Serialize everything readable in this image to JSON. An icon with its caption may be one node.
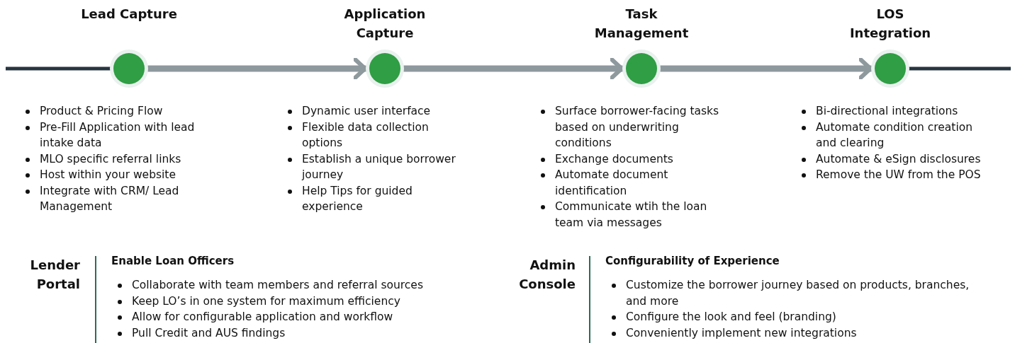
{
  "diagram": {
    "nodes": [
      {
        "text": [
          "Lead Capture"
        ],
        "beside": [
          "Product & Pricing Flow",
          "Pre-Fill Application with lead intake data",
          "MLO specific referral links",
          "Host within your website",
          "Integrate with CRM/ Lead Management"
        ]
      },
      {
        "text": [
          "Application Capture"
        ],
        "beside": [
          "Dynamic user interface",
          "Flexible data collection options",
          "Establish a unique borrower journey",
          "Help Tips for guided experience"
        ]
      },
      {
        "text": [
          "Task Management"
        ],
        "beside": [
          "Surface borrower-facing tasks based on underwriting conditions",
          "Exchange documents",
          "Automate document identification",
          "Communicate wtih the loan team via messages"
        ]
      },
      {
        "text": [
          "LOS Integration"
        ],
        "beside": [
          "Bi-directional integrations",
          "Automate condition creation and clearing",
          "Automate & eSign disclosures",
          "Remove the UW from the POS"
        ]
      }
    ],
    "edges": [
      {
        "from": 0,
        "to": 1,
        "arrow": "to"
      },
      {
        "from": 1,
        "to": 2,
        "arrow": "to"
      },
      {
        "from": 2,
        "to": 3,
        "arrow": "to"
      }
    ],
    "labels": [
      "Lender Portal",
      "Enable Loan Officers",
      "Collaborate with team members and referral sources",
      "Keep LO’s in one system for maximum efficiency",
      "Allow for configurable application and workflow",
      "Pull Credit and AUS findings",
      "Admin Console",
      "Configurability of Experience",
      "Customize the borrower journey based on products, branches, and more",
      "Configure the look and feel (branding)",
      "Conveniently implement new integrations"
    ]
  }
}
